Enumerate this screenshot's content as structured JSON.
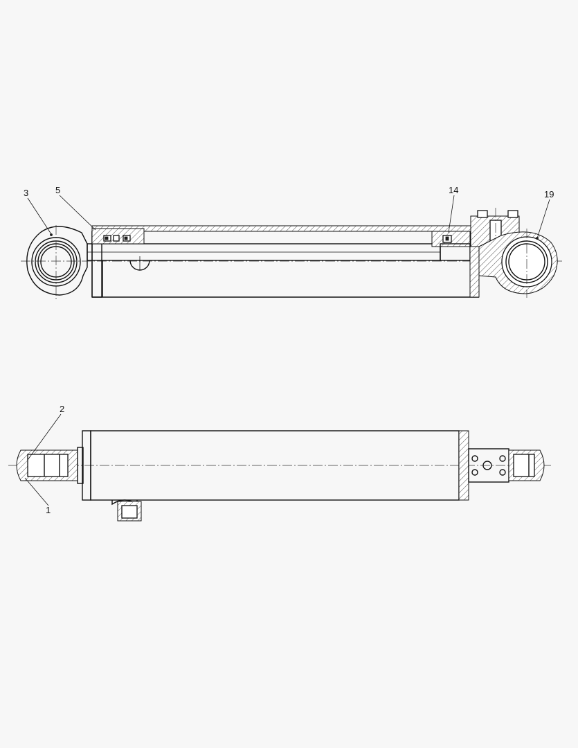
{
  "drawing": {
    "callouts": [
      {
        "id": "c3",
        "text": "3"
      },
      {
        "id": "c5",
        "text": "5"
      },
      {
        "id": "c14",
        "text": "14"
      },
      {
        "id": "c19",
        "text": "19"
      },
      {
        "id": "c2",
        "text": "2"
      },
      {
        "id": "c1",
        "text": "1"
      }
    ],
    "colors": {
      "line": "#111111",
      "background": "#f7f7f7"
    }
  }
}
